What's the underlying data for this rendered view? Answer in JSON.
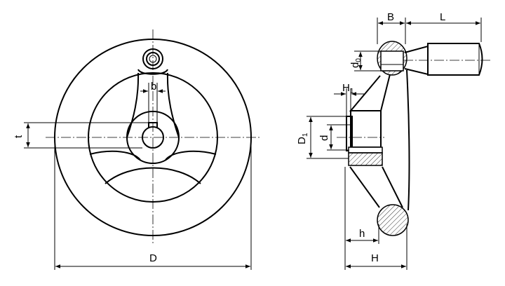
{
  "labels": {
    "D": "D",
    "b": "b",
    "t": "t",
    "B": "B",
    "L": "L",
    "d0": "d",
    "d0_sub": "0",
    "H1": "H",
    "H1_sub": "1",
    "D1": "D",
    "D1_sub": "1",
    "d": "d",
    "h": "h",
    "H": "H"
  }
}
